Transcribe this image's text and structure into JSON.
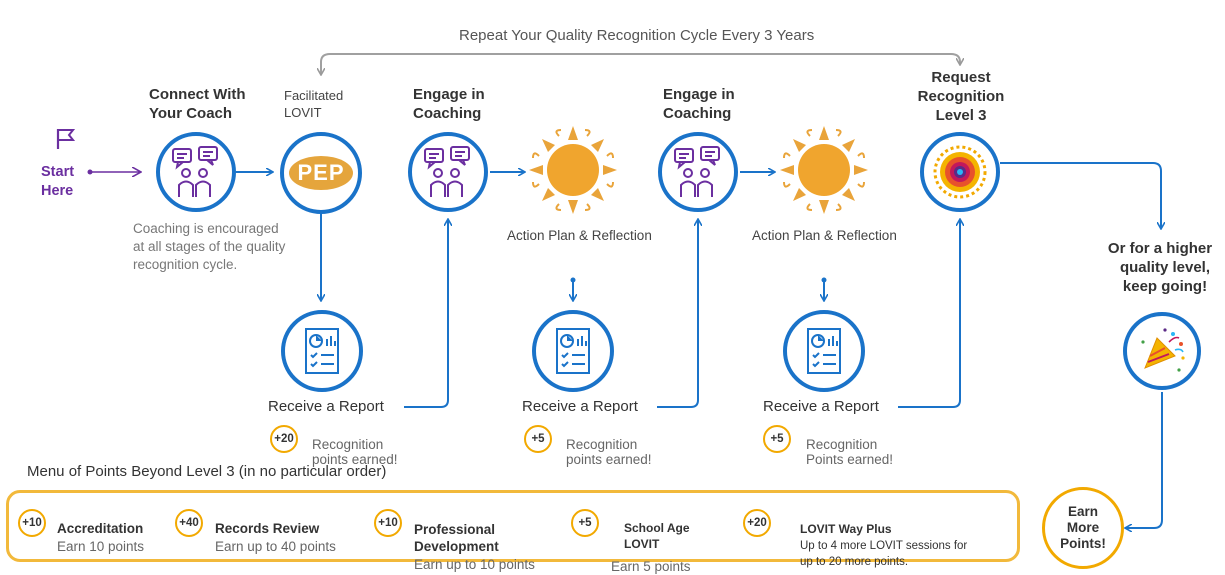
{
  "cycle_banner": "Repeat Your Quality Recognition Cycle Every 3 Years",
  "start": {
    "line1": "Start",
    "line2": "Here"
  },
  "connect": {
    "line1": "Connect With",
    "line2": "Your Coach"
  },
  "coaching_note": {
    "line1": "Coaching is encouraged",
    "line2": "at all stages of the quality",
    "line3": "recognition cycle."
  },
  "pep": {
    "line1": "Facilitated",
    "line2": "LOVIT",
    "logo_text": "PEP"
  },
  "engage": {
    "line1": "Engage in",
    "line2": "Coaching"
  },
  "action_plan": "Action Plan & Reflection",
  "report_label": "Receive a Report",
  "reports": [
    {
      "points": "+20",
      "line1": "Recognition",
      "line2": "points earned!"
    },
    {
      "points": "+5",
      "line1": "Recognition",
      "line2": "points earned!"
    },
    {
      "points": "+5",
      "line1": "Recognition",
      "line2": "Points earned!"
    }
  ],
  "request": {
    "line1": "Request",
    "line2": "Recognition",
    "line3": "Level 3"
  },
  "higher": {
    "line1": "Or for a higher",
    "line2": "quality level,",
    "line3": "keep going!"
  },
  "earn": {
    "line1": "Earn",
    "line2": "More",
    "line3": "Points!"
  },
  "menu_title": "Menu of Points Beyond Level 3 (in no particular order)",
  "menu_items": [
    {
      "points": "+10",
      "title": "Accreditation",
      "sub": "Earn 10 points"
    },
    {
      "points": "+40",
      "title": "Records Review",
      "sub": "Earn up to 40 points"
    },
    {
      "points": "+10",
      "title1": "Professional",
      "title2": "Development",
      "sub": "Earn up to 10 points"
    },
    {
      "points": "+5",
      "title1": "School Age",
      "title2": "LOVIT",
      "sub": "Earn 5 points"
    },
    {
      "points": "+20",
      "title": "LOVIT Way Plus",
      "sub1": "Up to 4 more LOVIT sessions for",
      "sub2": "up to 20 more points."
    }
  ],
  "colors": {
    "blue": "#1a73c9",
    "gold": "#f2a900",
    "purple": "#6b2fa0",
    "sun": "#e9a43a"
  }
}
